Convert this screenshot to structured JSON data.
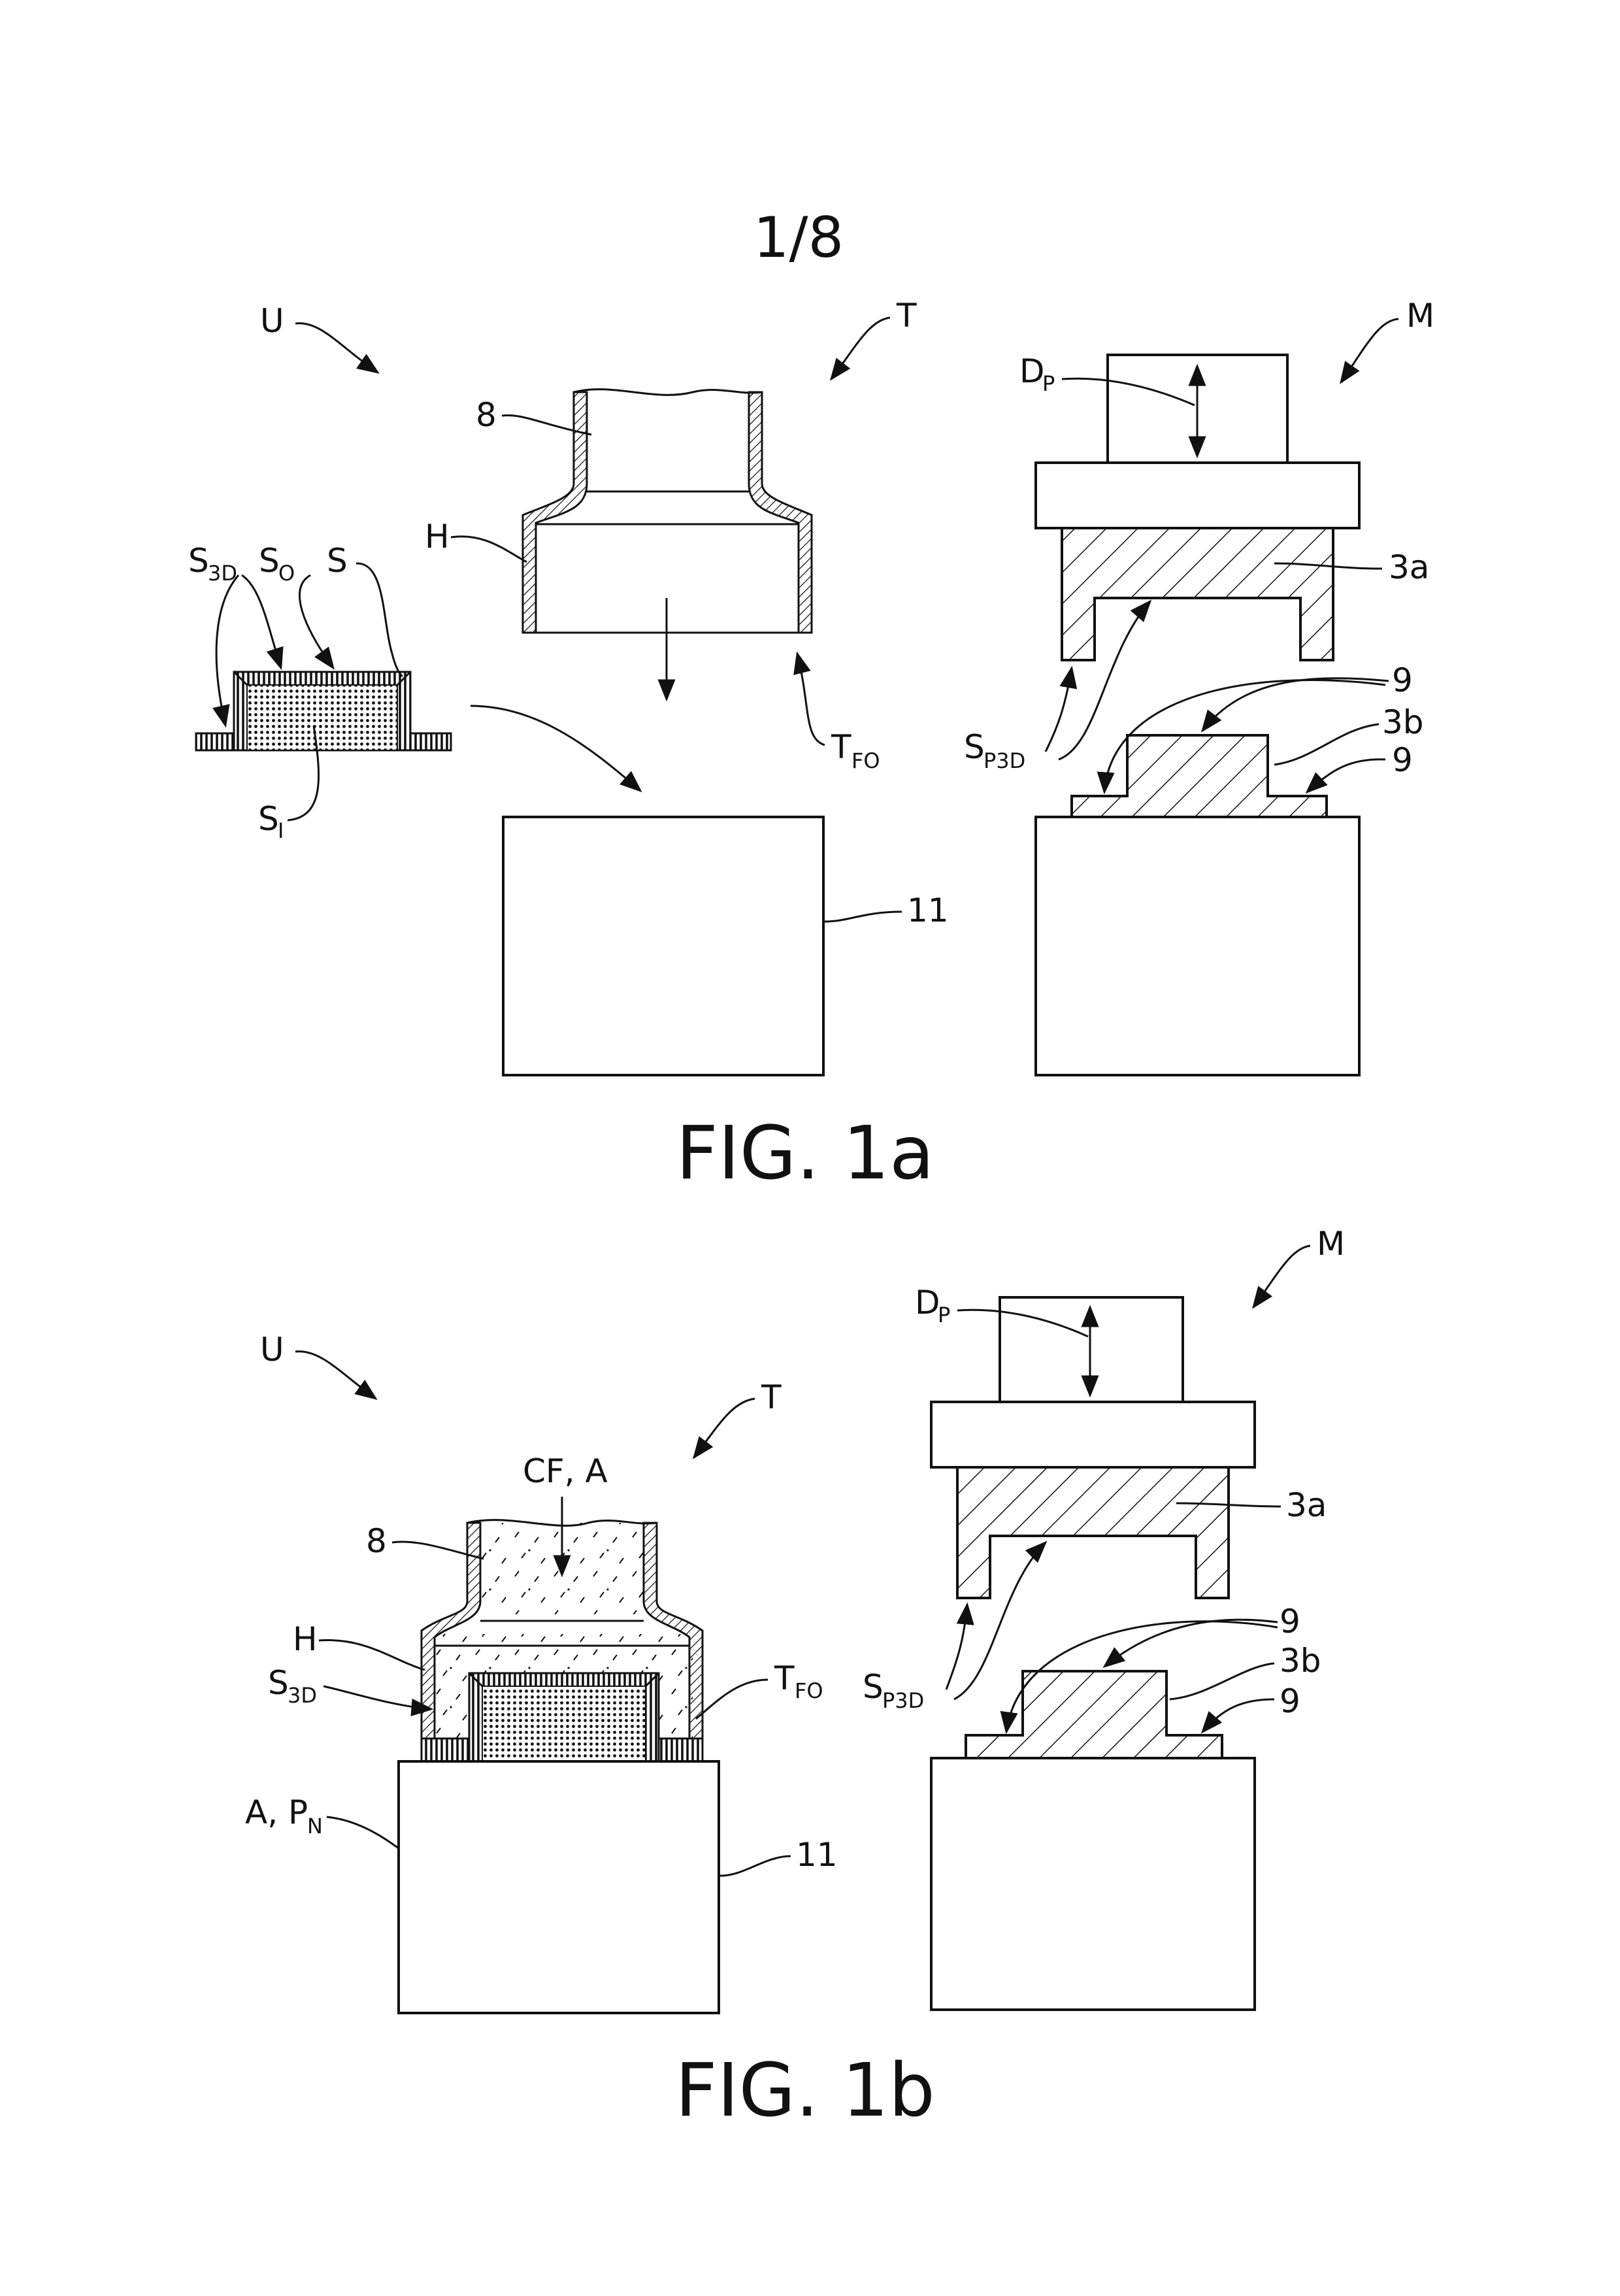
{
  "page_number": "1/8",
  "figures": [
    {
      "caption": "FIG. 1a",
      "labels": {
        "U": "U",
        "T": "T",
        "M": "M",
        "ref_8": "8",
        "H": "H",
        "S3D": "S",
        "S3D_sub": "3D",
        "SO": "S",
        "SO_sub": "O",
        "S": "S",
        "SI": "S",
        "SI_sub": "I",
        "TFO": "T",
        "TFO_sub": "FO",
        "DP": "D",
        "DP_sub": "P",
        "ref_3a": "3a",
        "ref_3b": "3b",
        "ref_9_top": "9",
        "ref_9_bottom": "9",
        "SP3D": "S",
        "SP3D_sub": "P3D",
        "ref_11": "11"
      }
    },
    {
      "caption": "FIG. 1b",
      "labels": {
        "U": "U",
        "T": "T",
        "M": "M",
        "CF_A": "CF, A",
        "ref_8": "8",
        "H": "H",
        "S3D": "S",
        "S3D_sub": "3D",
        "TFO": "T",
        "TFO_sub": "FO",
        "A_PN": "A, P",
        "A_PN_sub": "N",
        "DP": "D",
        "DP_sub": "P",
        "ref_3a": "3a",
        "ref_3b": "3b",
        "ref_9_top": "9",
        "ref_9_bottom": "9",
        "SP3D": "S",
        "SP3D_sub": "P3D",
        "ref_11": "11"
      }
    }
  ]
}
